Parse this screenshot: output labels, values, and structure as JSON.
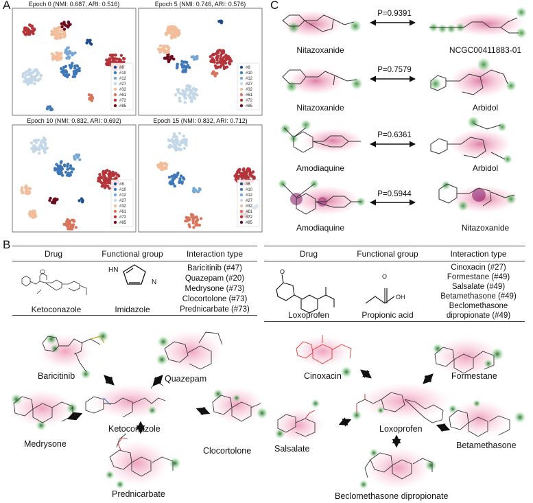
{
  "panel_a": {
    "letter": "A",
    "plots": [
      {
        "title": "Epoch 0 (NMI: 0.687, ARI: 0.516)"
      },
      {
        "title": "Epoch 5 (NMI: 0.746, ARI: 0.576)"
      },
      {
        "title": "Epoch 10 (NMI: 0.832, ARI: 0.692)"
      },
      {
        "title": "Epoch 15 (NMI: 0.832, ARI: 0.712)"
      }
    ],
    "legend": [
      {
        "label": "#8",
        "color": "#1e4d8c"
      },
      {
        "label": "#10",
        "color": "#3f78b8"
      },
      {
        "label": "#12",
        "color": "#78a7d3"
      },
      {
        "label": "#27",
        "color": "#c3d7e6"
      },
      {
        "label": "#32",
        "color": "#f1bd9b"
      },
      {
        "label": "#61",
        "color": "#d9745c"
      },
      {
        "label": "#72",
        "color": "#b3343a"
      },
      {
        "label": "#85",
        "color": "#6e0c1e"
      }
    ]
  },
  "panel_b": {
    "letter": "B",
    "headers": {
      "drug": "Drug",
      "group": "Functional group",
      "interaction": "Interaction type"
    },
    "drug": "Ketoconazole",
    "group": "Imidazole",
    "interactions": [
      "Baricitinib (#47)",
      "Quazepam (#20)",
      "Medrysone (#73)",
      "Clocortolone (#73)",
      "Prednicarbate (#73)"
    ],
    "network": {
      "center": "Ketoconazole",
      "nodes": [
        "Baricitinib",
        "Quazepam",
        "Medrysone",
        "Clocortolone",
        "Prednicarbate"
      ]
    }
  },
  "panel_b2": {
    "headers": {
      "drug": "Drug",
      "group": "Functional group",
      "interaction": "Interaction type"
    },
    "drug": "Loxoprofen",
    "group": "Propionic acid",
    "interactions": [
      "Cinoxacin (#27)",
      "Formestane (#49)",
      "Salsalate (#49)",
      "Betamethasone (#49)",
      "Beclomethasone",
      "dipropionate (#49)"
    ],
    "network": {
      "center": "Loxoprofen",
      "nodes": [
        "Cinoxacin",
        "Formestane",
        "Salsalate",
        "Betamethasone",
        "Beclomethasone dipropionate"
      ]
    }
  },
  "panel_c": {
    "letter": "C",
    "pairs": [
      {
        "left": "Nitazoxanide",
        "right": "NCGC00411883-01",
        "p": "P=0.9391"
      },
      {
        "left": "Nitazoxanide",
        "right": "Arbidol",
        "p": "P=0.7579"
      },
      {
        "left": "Amodiaquine",
        "right": "Arbidol",
        "p": "P=0.6361"
      },
      {
        "left": "Amodiaquine",
        "right": "Nitazoxanide",
        "p": "P=0.5944"
      }
    ]
  },
  "chem": {
    "oh": "OH",
    "o": "O",
    "nh": "HN",
    "n": "N"
  }
}
